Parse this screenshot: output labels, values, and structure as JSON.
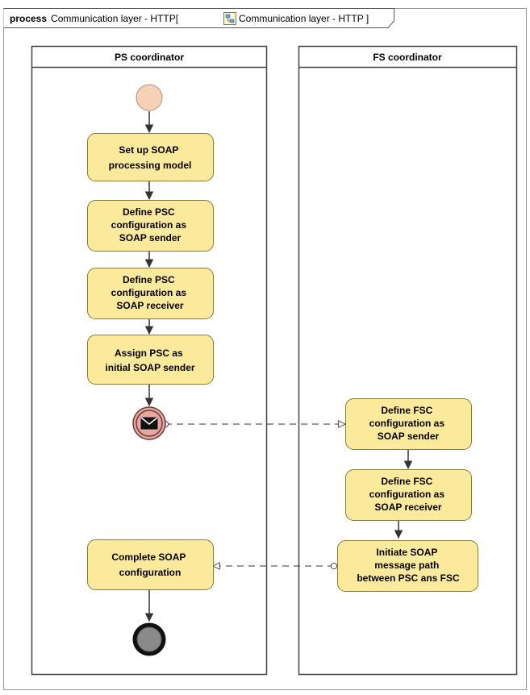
{
  "frame": {
    "keyword": "process",
    "name": "Communication layer - HTTP[",
    "diagram_ref": "Communication layer - HTTP ]"
  },
  "lanes": {
    "ps": {
      "title": "PS coordinator"
    },
    "fs": {
      "title": "FS coordinator"
    }
  },
  "tasks": {
    "setup_soap": [
      "Set up SOAP",
      "processing model"
    ],
    "define_psc_sender": [
      "Define PSC",
      "configuration as",
      "SOAP sender"
    ],
    "define_psc_receiver": [
      "Define PSC",
      "configuration as",
      "SOAP receiver"
    ],
    "assign_psc": [
      "Assign PSC as",
      "initial SOAP sender"
    ],
    "define_fsc_sender": [
      "Define FSC",
      "configuration as",
      "SOAP sender"
    ],
    "define_fsc_receiver": [
      "Define FSC",
      "configuration as",
      "SOAP receiver"
    ],
    "initiate_path": [
      "Initiate SOAP",
      "message path",
      "between PSC ans FSC"
    ],
    "complete_config": [
      "Complete SOAP",
      "configuration"
    ]
  },
  "colors": {
    "task_fill": "#fcea9c",
    "task_stroke": "#8a7a3a",
    "start_fill": "#f6d2b8",
    "end_fill": "#8a8a8a",
    "message_event_fill": "#e6a7a0"
  }
}
